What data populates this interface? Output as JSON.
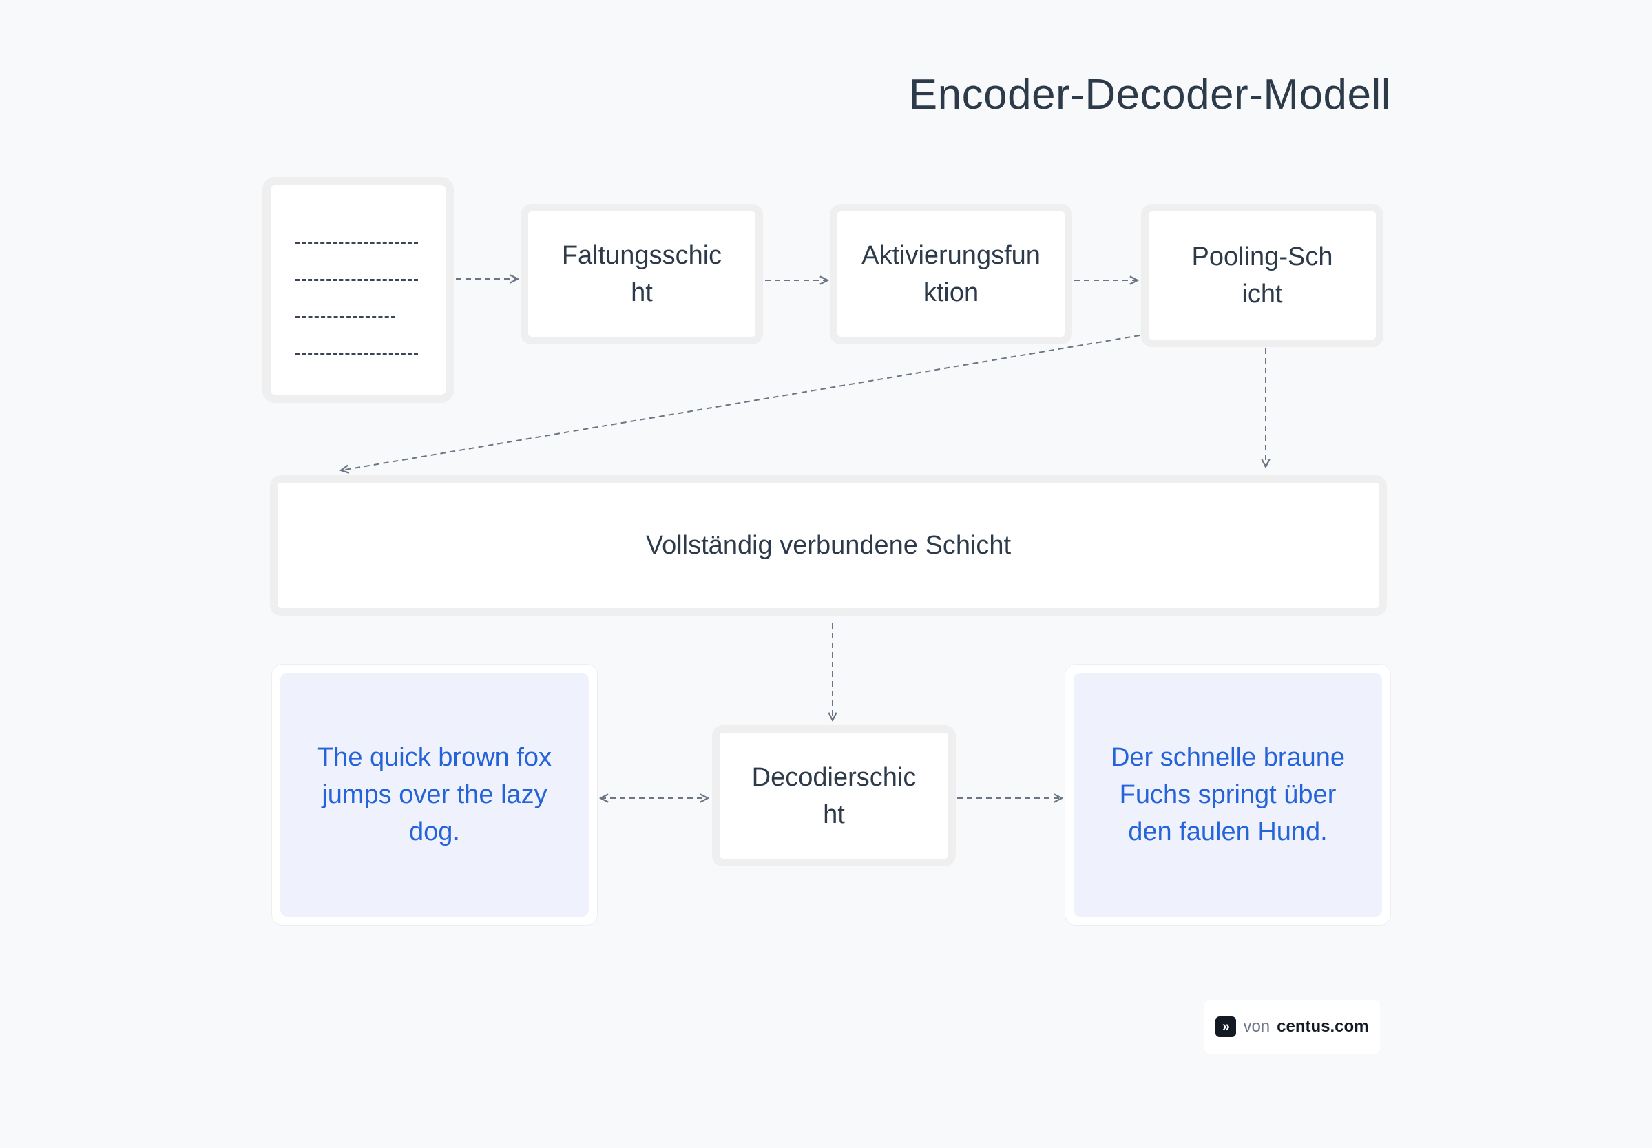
{
  "title": "Encoder-Decoder-Modell",
  "nodes": {
    "conv": "Faltungsschicht",
    "activation": "Aktivierungsfunktion",
    "pooling": "Pooling-Schicht",
    "dense": "Vollständig verbundene Schicht",
    "decoder": "Decodierschicht"
  },
  "input_text": "The quick brown fox jumps over the lazy dog.",
  "output_text": "Der schnelle braune Fuchs springt über den faulen Hund.",
  "badge": {
    "prefix": "von",
    "domain": "centus.com"
  },
  "colors": {
    "text": "#2d3a4a",
    "accent_text": "#2563d8",
    "panel_fill": "#eff1fd",
    "arrow": "#6b7584"
  },
  "icons": {
    "document": "document-lines-icon",
    "logo": "double-chevron-icon"
  }
}
